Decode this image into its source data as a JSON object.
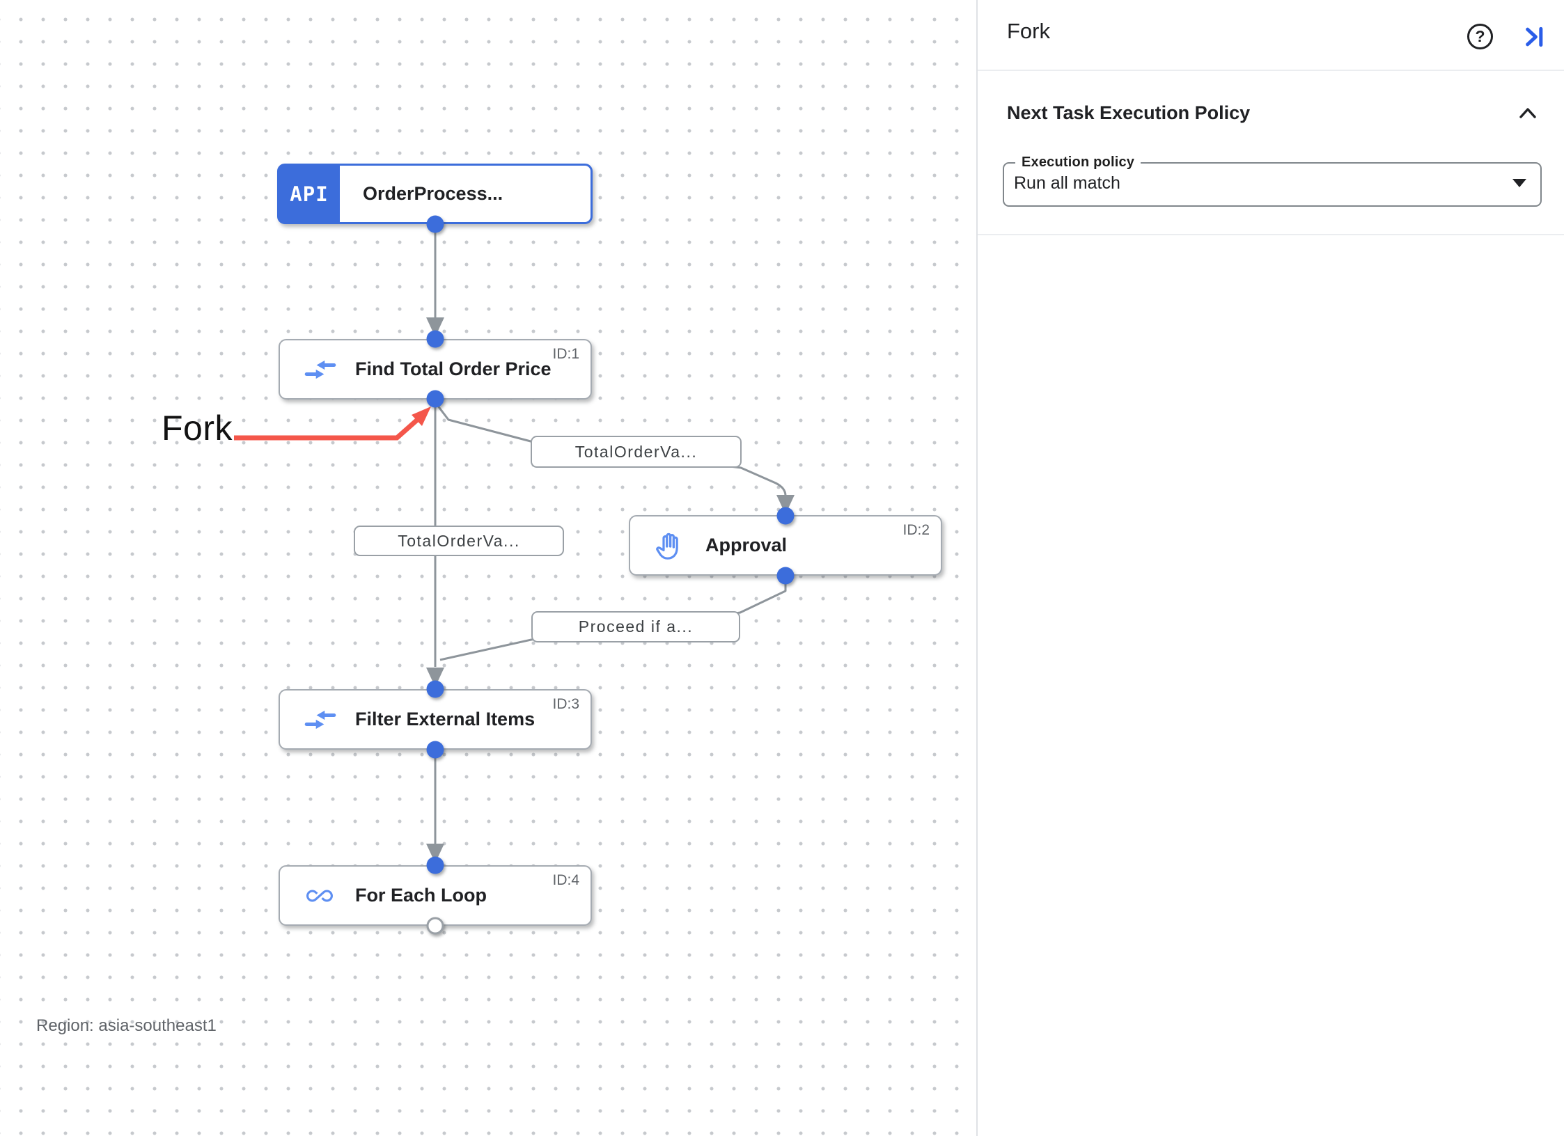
{
  "canvas": {
    "region_label": "Region: asia-southeast1",
    "annotation": {
      "label": "Fork"
    },
    "nodes": [
      {
        "badge": "API",
        "title": "OrderProcess...",
        "id_label": "",
        "icon": "api-trigger-badge"
      },
      {
        "title": "Find Total Order Price",
        "id_label": "ID:1",
        "icon": "data-mapping-icon"
      },
      {
        "title": "Approval",
        "id_label": "ID:2",
        "icon": "approval-hand-icon"
      },
      {
        "title": "Filter External Items",
        "id_label": "ID:3",
        "icon": "data-mapping-icon"
      },
      {
        "title": "For Each Loop",
        "id_label": "ID:4",
        "icon": "for-each-loop-icon"
      }
    ],
    "edge_labels": [
      {
        "text": "TotalOrderVa..."
      },
      {
        "text": "TotalOrderVa..."
      },
      {
        "text": "Proceed if a..."
      }
    ]
  },
  "panel": {
    "title": "Fork",
    "section": {
      "title": "Next Task Execution Policy",
      "field_label": "Execution policy",
      "field_value": "Run all match"
    }
  },
  "colors": {
    "accent_blue": "#3c6ddb",
    "icon_blue": "#5e8ff2",
    "link_blue": "#2a5de8",
    "edge_gray": "#8e959b",
    "annotation_red": "#f4564a",
    "grid_dot": "#c6c9cd"
  }
}
